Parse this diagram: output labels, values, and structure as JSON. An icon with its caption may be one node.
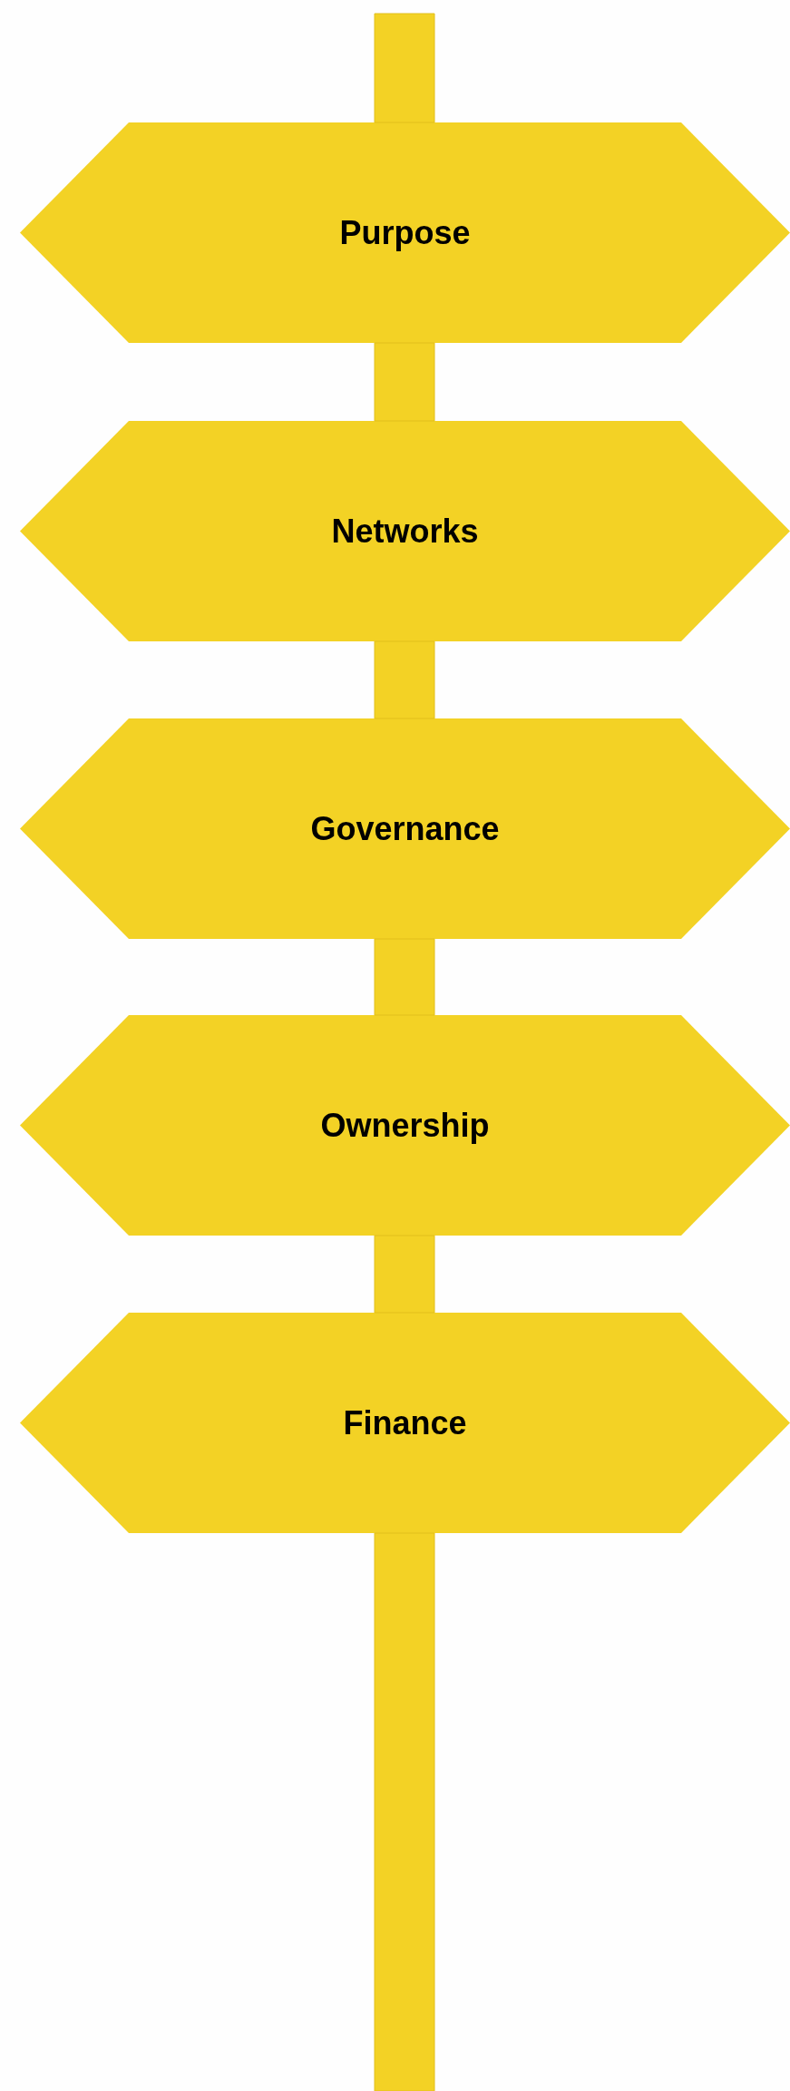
{
  "diagram": {
    "nodes": [
      {
        "text": [
          "Purpose"
        ]
      },
      {
        "text": [
          "Networks"
        ]
      },
      {
        "text": [
          "Governance"
        ]
      },
      {
        "text": [
          "Ownership"
        ]
      },
      {
        "text": [
          "Finance"
        ]
      }
    ],
    "edges": [
      {
        "from": null,
        "to": 0,
        "arrow": "none"
      },
      {
        "from": 0,
        "to": 1,
        "arrow": "none"
      },
      {
        "from": 1,
        "to": 2,
        "arrow": "none"
      },
      {
        "from": 2,
        "to": 3,
        "arrow": "none"
      },
      {
        "from": 3,
        "to": 4,
        "arrow": "none"
      },
      {
        "from": 4,
        "to": null,
        "arrow": "none"
      }
    ]
  }
}
